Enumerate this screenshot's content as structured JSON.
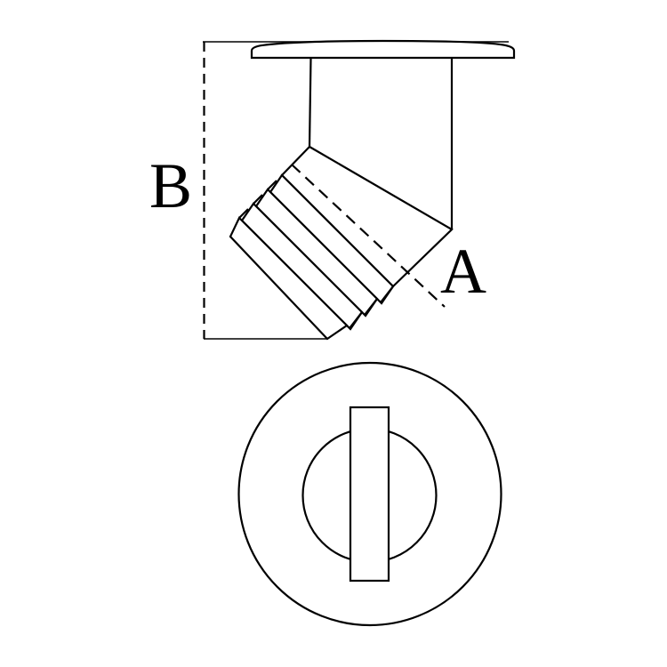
{
  "drawing": {
    "kind": "technical-two-view-drawing",
    "background": "#ffffff",
    "line_color": "#000000",
    "labels": {
      "dim_a": "A",
      "dim_b": "B"
    },
    "views": {
      "side_view": "flat round head with neck and 45-degree angled threaded shank",
      "bottom_view": "flange circle with inner shank circle and screwdriver slot"
    }
  }
}
